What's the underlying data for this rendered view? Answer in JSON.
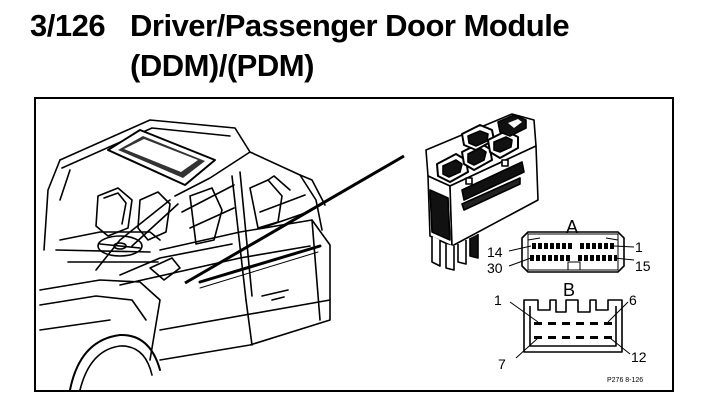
{
  "title": {
    "number": "3/126",
    "line1": "Driver/Passenger Door Module",
    "line2": "(DDM)/(PDM)"
  },
  "connector_a": {
    "label": "A",
    "pin_top_left": "14",
    "pin_bottom_left": "30",
    "pin_top_right": "1",
    "pin_bottom_right": "15"
  },
  "connector_b": {
    "label": "B",
    "pin_top_left": "1",
    "pin_top_right": "6",
    "pin_bottom_left": "7",
    "pin_bottom_right": "12"
  },
  "figure_code": "P276 8-126"
}
